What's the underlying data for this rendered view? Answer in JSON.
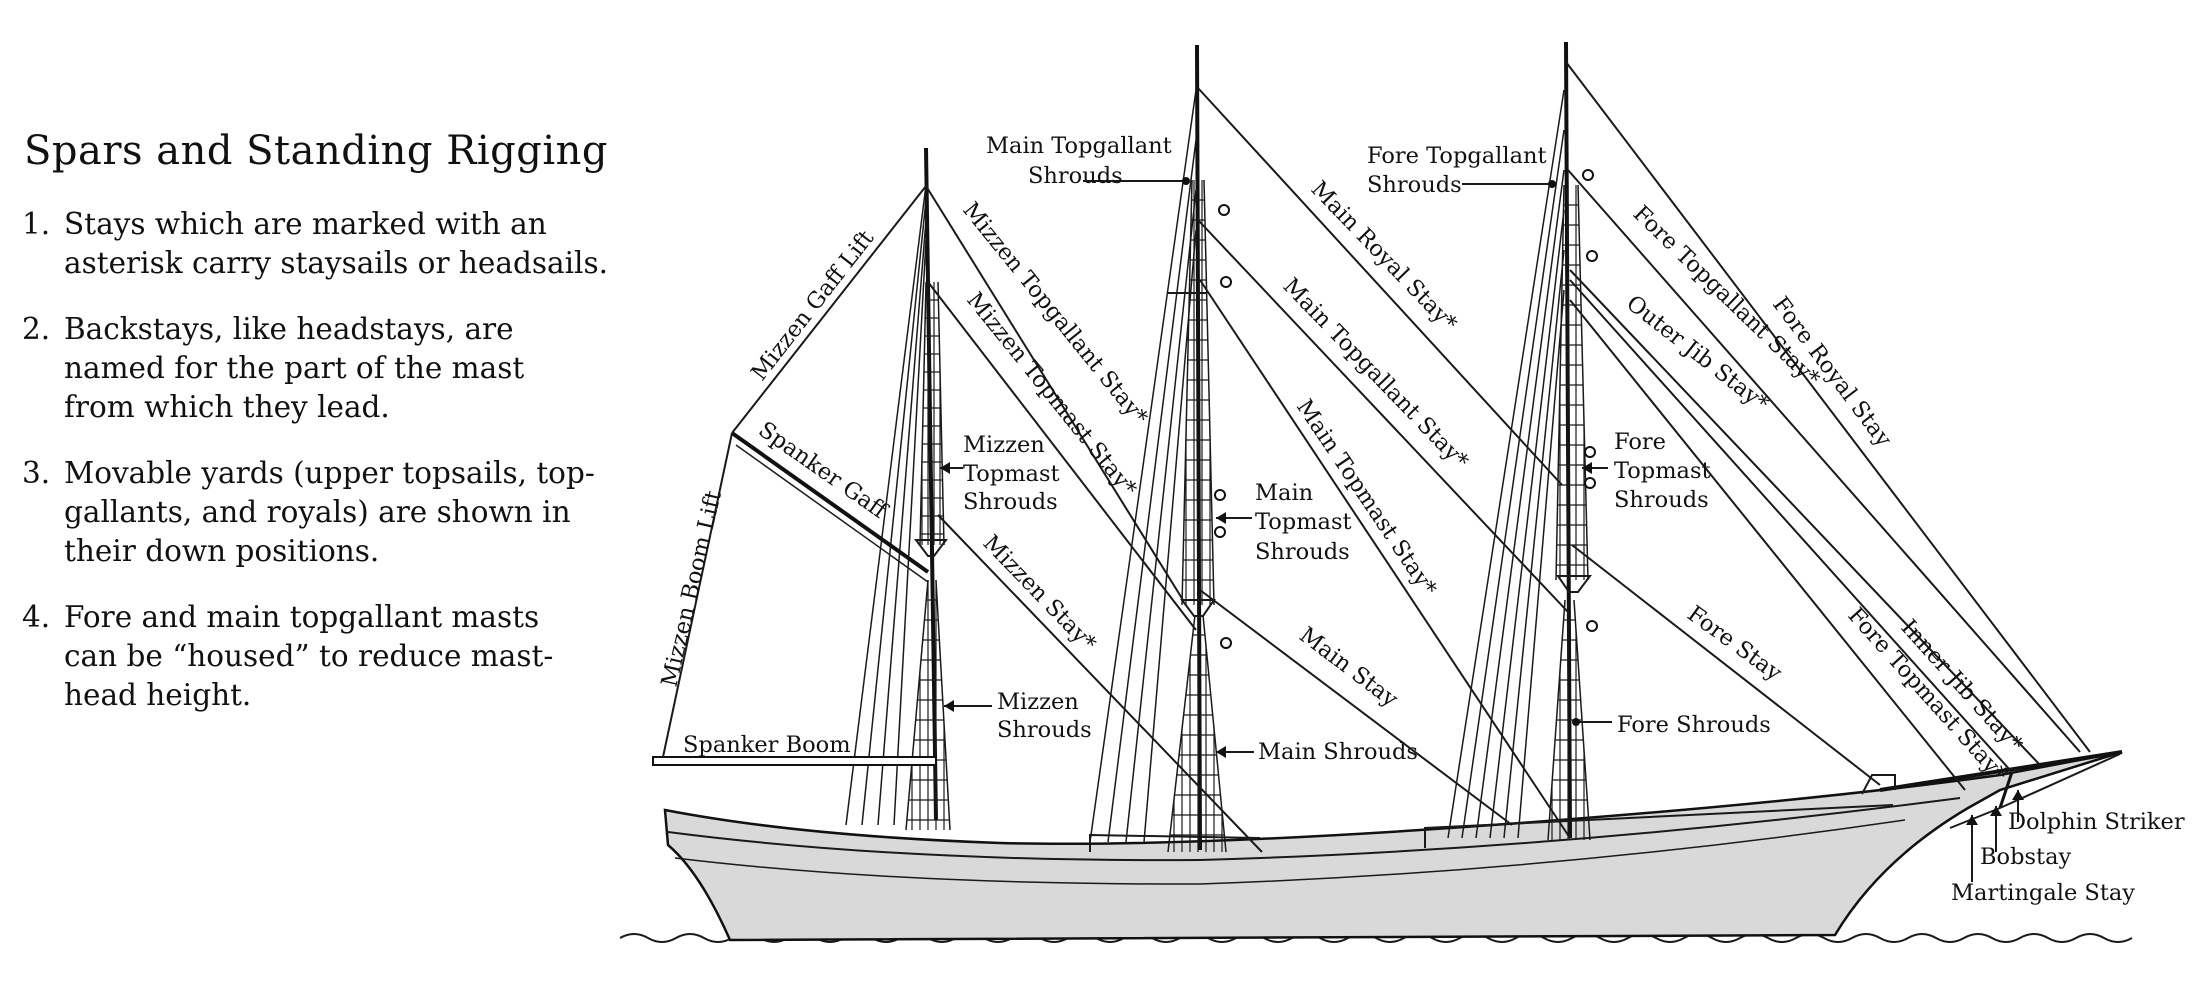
{
  "notes": {
    "title": "Spars and Standing Rigging",
    "items": [
      {
        "num": "1.",
        "lines": [
          "Stays which are marked with an",
          "asterisk carry staysails or headsails."
        ]
      },
      {
        "num": "2.",
        "lines": [
          "Backstays, like headstays, are",
          "named for the part of the mast",
          "from which they lead."
        ]
      },
      {
        "num": "3.",
        "lines": [
          "Movable yards (upper topsails, top-",
          "gallants, and royals) are shown in",
          "their down positions."
        ]
      },
      {
        "num": "4.",
        "lines": [
          "Fore and main topgallant masts",
          "can be “housed” to reduce mast-",
          "head height."
        ]
      }
    ]
  },
  "labels": {
    "mizzen_gaff_lift": "Mizzen Gaff Lift",
    "spanker_gaff": "Spanker Gaff",
    "mizzen_boom_lift": "Mizzen Boom Lift",
    "spanker_boom": "Spanker Boom",
    "mizzen_topgallant_stay": "Mizzen Topgallant Stay*",
    "mizzen_topmast_stay": "Mizzen Topmast Stay*",
    "mizzen_stay": "Mizzen Stay*",
    "mizzen_topmast_shrouds": [
      "Mizzen",
      "Topmast",
      "Shrouds"
    ],
    "mizzen_shrouds": [
      "Mizzen",
      "Shrouds"
    ],
    "main_topgallant_shrouds": [
      "Main Topgallant",
      "Shrouds"
    ],
    "main_royal_stay": "Main Royal Stay*",
    "main_topgallant_stay": "Main Topgallant Stay*",
    "main_topmast_stay": "Main Topmast Stay*",
    "main_topmast_shrouds": [
      "Main",
      "Topmast",
      "Shrouds"
    ],
    "main_stay": "Main Stay",
    "main_shrouds": "Main Shrouds",
    "fore_topgallant_shrouds": [
      "Fore Topgallant",
      "Shrouds"
    ],
    "fore_topgallant_stay": "Fore Topgallant Stay*",
    "fore_royal_stay": "Fore Royal Stay",
    "outer_jib_stay": "Outer Jib Stay*",
    "fore_topmast_shrouds": [
      "Fore",
      "Topmast",
      "Shrouds"
    ],
    "fore_stay": "Fore Stay",
    "fore_shrouds": "Fore Shrouds",
    "inner_jib_stay": "Inner Jib Stay*",
    "fore_topmast_stay": "Fore Topmast Stay*",
    "dolphin_striker": "Dolphin Striker",
    "bobstay": "Bobstay",
    "martingale_stay": "Martingale Stay"
  },
  "colors": {
    "ink": "#111111",
    "hull_fill": "#d9d9d9",
    "background": "#ffffff"
  }
}
